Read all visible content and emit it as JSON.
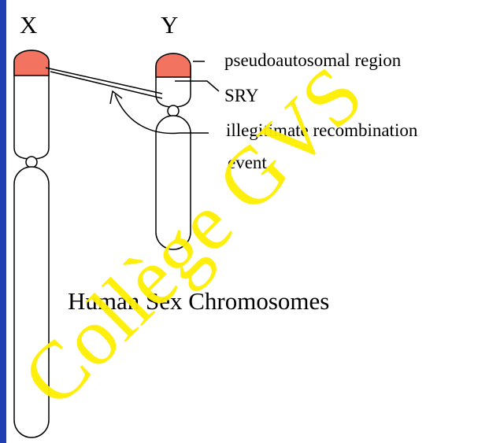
{
  "labels": {
    "x_chromosome": "X",
    "y_chromosome": "Y",
    "pseudoautosomal": "pseudoautosomal region",
    "sry": "SRY",
    "recombination_line1": "illegitimate recombination",
    "recombination_line2": "event",
    "title": "Human Sex Chromosomes",
    "watermark": "Collège GVS"
  },
  "colors": {
    "border": "#1f3fb3",
    "background": "#ffffff",
    "pseudoautosomal_region": "#f2735f",
    "outline": "#000000",
    "watermark": "#ffee00"
  }
}
